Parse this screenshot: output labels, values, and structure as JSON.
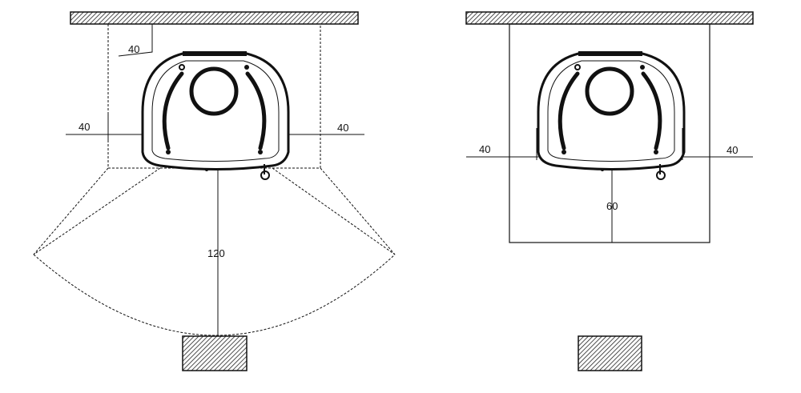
{
  "left_diagram": {
    "top_clearance": "40",
    "left_clearance": "40",
    "right_clearance": "40",
    "front_clearance": "120"
  },
  "right_diagram": {
    "left_clearance": "40",
    "right_clearance": "40",
    "front_clearance": "60"
  },
  "colors": {
    "line": "#111111",
    "background": "#ffffff"
  }
}
